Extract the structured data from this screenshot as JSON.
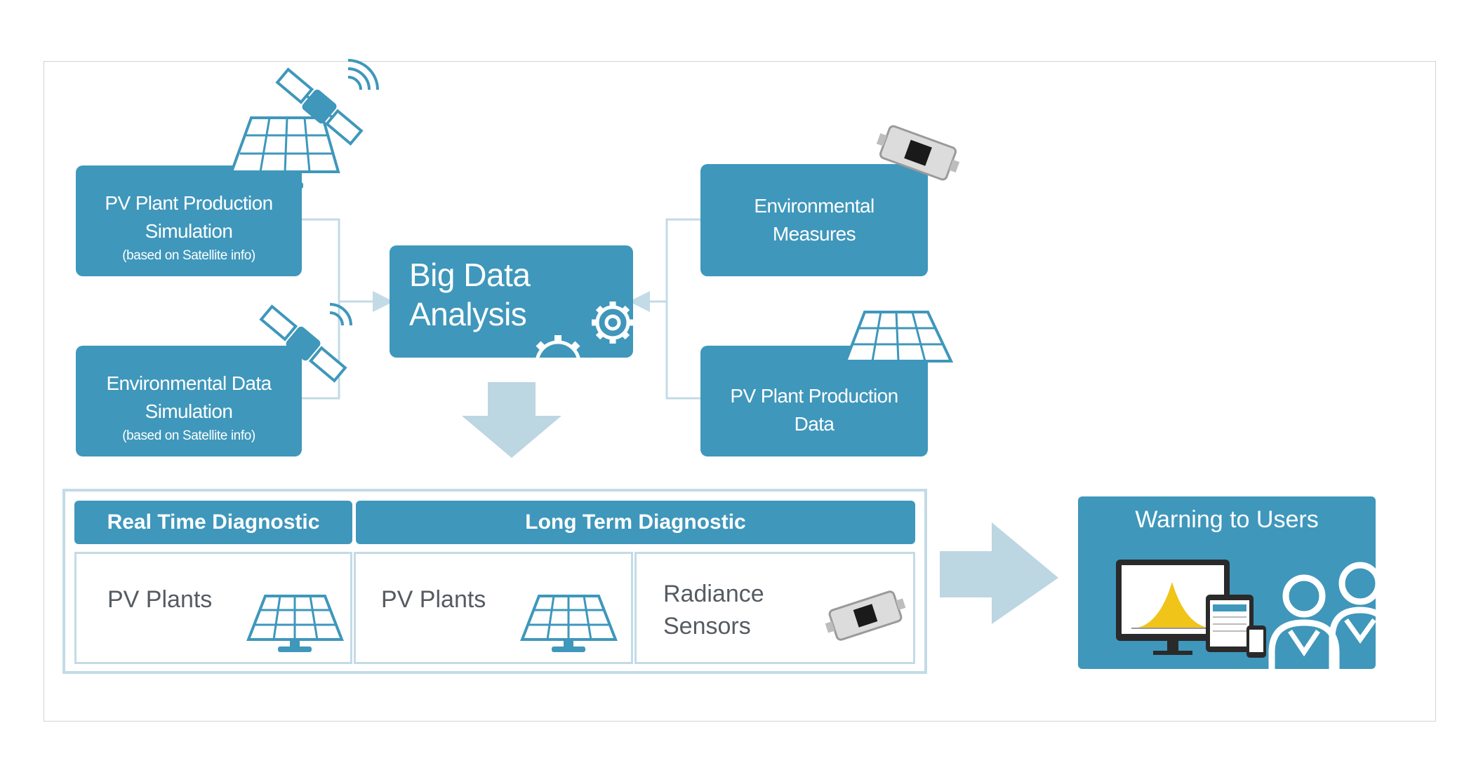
{
  "boxes": {
    "pv_sim": {
      "title_line1": "PV Plant Production",
      "title_line2": "Simulation",
      "sub": "(based on Satellite info)"
    },
    "env_sim": {
      "title_line1": "Environmental Data",
      "title_line2": "Simulation",
      "sub": "(based on Satellite info)"
    },
    "big_data": {
      "line1": "Big Data",
      "line2": "Analysis"
    },
    "env_measures": {
      "line1": "Environmental",
      "line2": "Measures"
    },
    "pv_data": {
      "line1": "PV Plant Production",
      "line2": "Data"
    },
    "warning": {
      "title": "Warning to Users"
    }
  },
  "diagnostics": {
    "real_time": {
      "header": "Real Time Diagnostic",
      "cell1": "PV Plants"
    },
    "long_term": {
      "header": "Long Term Diagnostic",
      "cell1": "PV Plants",
      "cell2_line1": "Radiance",
      "cell2_line2": "Sensors"
    }
  },
  "colors": {
    "box": "#3f97bb",
    "arrow": "#bcd6e2",
    "connector": "#c3dbe6"
  },
  "icons": [
    "solar-panel-icon",
    "satellite-icon",
    "sensor-device-icon",
    "gear-icon",
    "monitor-icon",
    "tablet-icon",
    "phone-icon",
    "users-icon"
  ]
}
